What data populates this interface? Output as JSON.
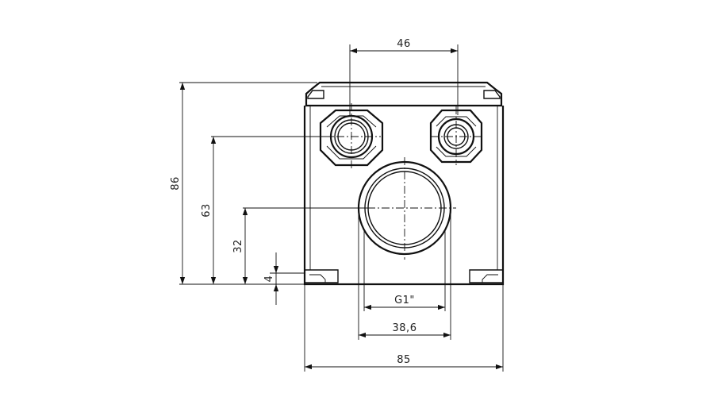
{
  "drawing": {
    "line_color": "#111111",
    "background": "#ffffff",
    "dimensions": {
      "overall_width": "85",
      "overall_height": "86",
      "gland_spacing": "46",
      "gland_height": "63",
      "center_height": "32",
      "foot_height": "4",
      "thread": "G1\"",
      "bore_diameter": "38,6"
    }
  }
}
